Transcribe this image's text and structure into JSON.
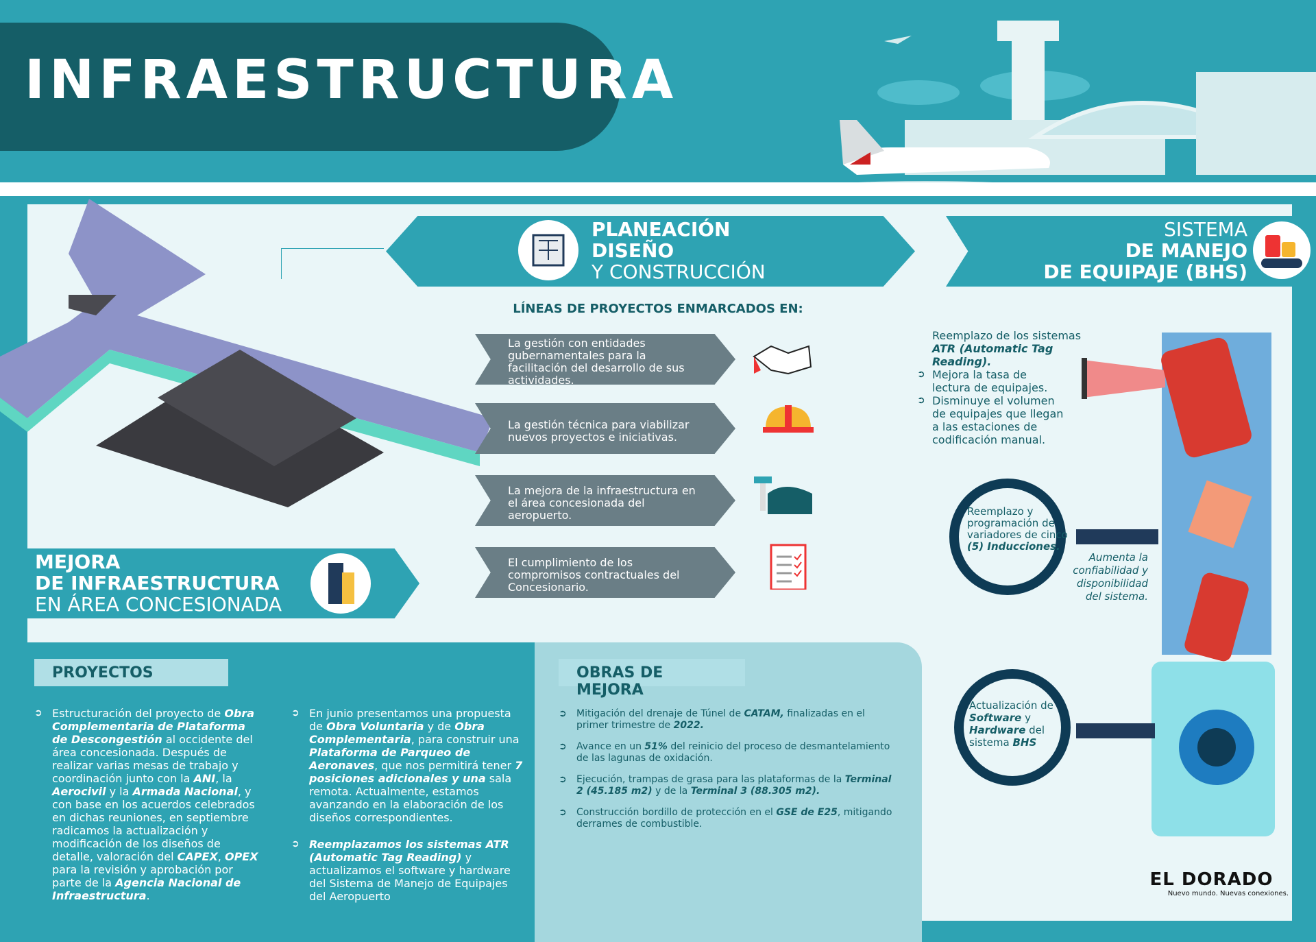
{
  "header": {
    "title": "INFRAESTRUCTURA"
  },
  "plan_banner": {
    "line1": "PLANEACIÓN",
    "line2": "DISEÑO",
    "line3": "Y CONSTRUCCIÓN"
  },
  "bhs_banner": {
    "line1": "SISTEMA",
    "line2": "DE MANEJO",
    "line3": "DE EQUIPAJE (BHS)"
  },
  "mejora_banner": {
    "line1": "MEJORA",
    "line2": "DE INFRAESTRUCTURA",
    "line3": "EN ÁREA CONCESIONADA"
  },
  "lineas": {
    "title": "LÍNEAS DE PROYECTOS ENMARCADOS EN:",
    "items": [
      "La gestión con entidades gubernamentales para la facilitación del desarrollo de sus actividades.",
      "La gestión técnica para viabilizar nuevos proyectos e iniciativas.",
      "La mejora de la infraestructura en el área concesionada del aeropuerto.",
      "El cumplimiento de los compromisos contractuales del Concesionario."
    ]
  },
  "icons": [
    "handshake-icon",
    "hard-hat-icon",
    "airport-building-icon",
    "clipboard-checklist-icon"
  ],
  "proyectos": {
    "label": "PROYECTOS",
    "items": [
      [
        [
          "Estructuración del proyecto de ",
          ""
        ],
        [
          "Obra Complementaria de Plataforma de Descongestión",
          "bi"
        ],
        [
          " al occidente del área concesionada. Después de realizar varias mesas de trabajo y coordinación junto con la ",
          ""
        ],
        [
          "ANI",
          "bi"
        ],
        [
          ", la ",
          ""
        ],
        [
          "Aerocivil",
          "bi"
        ],
        [
          " y la ",
          ""
        ],
        [
          "Armada Nacional",
          "bi"
        ],
        [
          ", y con base en los acuerdos celebrados en dichas reuniones, en septiembre radicamos la actualización y modificación de los diseños de detalle, valoración del ",
          ""
        ],
        [
          "CAPEX",
          "bi"
        ],
        [
          ", ",
          ""
        ],
        [
          "OPEX",
          "bi"
        ],
        [
          " para la revisión y aprobación por parte de la ",
          ""
        ],
        [
          "Agencia Nacional de Infraestructura",
          "bi"
        ],
        [
          ".",
          ""
        ]
      ],
      [
        [
          "En junio presentamos una propuesta de ",
          ""
        ],
        [
          "Obra Voluntaria",
          "bi"
        ],
        [
          " y de ",
          ""
        ],
        [
          "Obra Complementaria",
          "bi"
        ],
        [
          ", para construir una ",
          ""
        ],
        [
          "Plataforma de Parqueo de Aeronaves",
          "bi"
        ],
        [
          ", que nos permitirá tener ",
          ""
        ],
        [
          "7 posiciones adicionales y una",
          "bi"
        ],
        [
          " sala remota. Actualmente, estamos avanzando en la elaboración de los diseños correspondientes.",
          ""
        ]
      ],
      [
        [
          "Reemplazamos los sistemas ATR (Automatic Tag Reading)",
          "bi"
        ],
        [
          " y actualizamos el software y hardware del Sistema de Manejo de Equipajes del Aeropuerto",
          ""
        ]
      ]
    ]
  },
  "obras": {
    "label": "OBRAS DE MEJORA",
    "items": [
      [
        [
          "Mitigación del drenaje de Túnel de ",
          ""
        ],
        [
          "CATAM,",
          "bi"
        ],
        [
          " finalizadas en el primer trimestre de ",
          ""
        ],
        [
          "2022.",
          "bi"
        ]
      ],
      [
        [
          "Avance en un ",
          ""
        ],
        [
          "51%",
          "bi"
        ],
        [
          " del reinicio del proceso de desmantelamiento de las lagunas de oxidación.",
          ""
        ]
      ],
      [
        [
          "Ejecución, trampas de grasa para las plataformas de la ",
          ""
        ],
        [
          "Terminal 2 (45.185 m2)",
          "bi"
        ],
        [
          " y de la ",
          ""
        ],
        [
          "Terminal 3 (88.305 m2).",
          "bi"
        ]
      ],
      [
        [
          "Construcción bordillo de protección en el ",
          ""
        ],
        [
          "GSE de E25",
          "bi"
        ],
        [
          ", mitigando derrames de combustible.",
          ""
        ]
      ]
    ]
  },
  "bhs": {
    "atr": [
      [
        "Reemplazo de los sistemas ",
        ""
      ],
      [
        "ATR (Automatic Tag Reading).",
        "bi"
      ]
    ],
    "atr_bullets": [
      "Mejora la tasa de lectura de equipajes.",
      "Disminuye el volumen de equipajes que llegan a las estaciones de codificación manual."
    ],
    "variadores": [
      [
        "Reemplazo y programación de variadores de cinco ",
        ""
      ],
      [
        "(5) Inducciones.",
        "bi"
      ]
    ],
    "aumenta": "Aumenta la confiabilidad y disponibilidad del sistema.",
    "software": [
      [
        "Actualización de ",
        ""
      ],
      [
        "Software",
        "bi"
      ],
      [
        " y ",
        ""
      ],
      [
        "Hardware",
        "bi"
      ],
      [
        " del sistema ",
        ""
      ],
      [
        "BHS",
        "bi"
      ]
    ]
  },
  "logo": {
    "brand": "EL DORADO",
    "tagline": "Nuevo mundo. Nuevas conexiones."
  },
  "colors": {
    "teal": "#2ea3b3",
    "dark_teal": "#155e67",
    "light": "#eaf6f8",
    "gray": "#6a7e86"
  }
}
